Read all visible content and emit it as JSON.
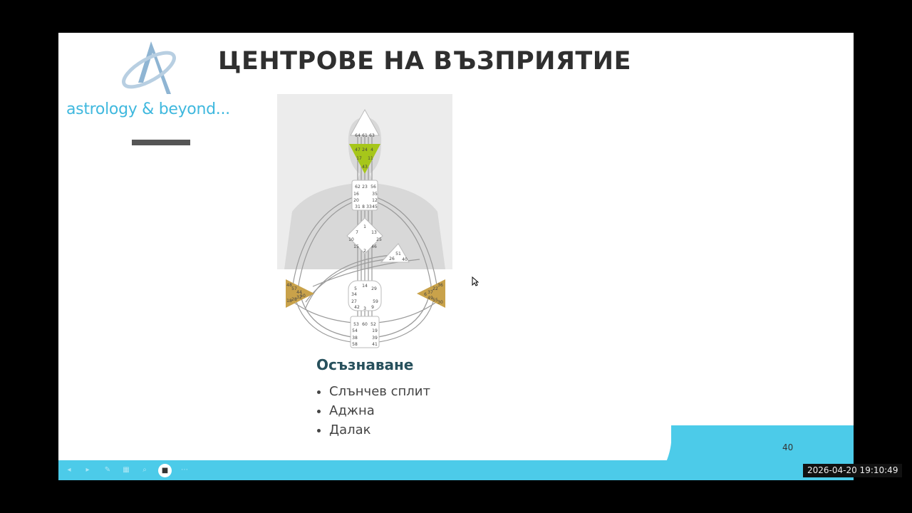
{
  "logo": {
    "text": "astrology & beyond..."
  },
  "slide": {
    "title": "ЦЕНТРОВЕ НА ВЪЗПРИЯТИЕ",
    "subtitle": "Осъзнаване",
    "bullets": [
      "Слънчев сплит",
      "Аджна",
      "Далак"
    ],
    "page_number": "40"
  },
  "bodygraph": {
    "head_gates": [
      "64",
      "61",
      "63"
    ],
    "ajna_gates": [
      "47",
      "24",
      "4",
      "17",
      "11",
      "43"
    ],
    "throat_gates": [
      "62",
      "23",
      "56",
      "16",
      "35",
      "20",
      "12",
      "31",
      "8",
      "33",
      "45"
    ],
    "g_gates": [
      "1",
      "7",
      "13",
      "10",
      "25",
      "15",
      "46",
      "2"
    ],
    "ego_gates": [
      "51",
      "26",
      "40"
    ],
    "spleen_gates": [
      "48",
      "57",
      "44",
      "50",
      "32",
      "28",
      "18"
    ],
    "solar_gates": [
      "36",
      "22",
      "37",
      "6",
      "49",
      "55",
      "30"
    ],
    "sacral_gates": [
      "5",
      "14",
      "29",
      "34",
      "27",
      "59",
      "42",
      "3",
      "9"
    ],
    "root_gates": [
      "53",
      "60",
      "52",
      "54",
      "19",
      "38",
      "39",
      "58",
      "41"
    ],
    "colors": {
      "ajna": "#a6c61a",
      "spleen": "#c9a24a",
      "solar": "#c9a24a",
      "background": "#ececec",
      "silhouette": "#d7d7d7"
    }
  },
  "presentation": {
    "timestamp": "2026-04-20  19:10:49"
  },
  "colors": {
    "accent": "#4ccbe9",
    "title": "#2f2f2f",
    "subtitle": "#27505c"
  }
}
